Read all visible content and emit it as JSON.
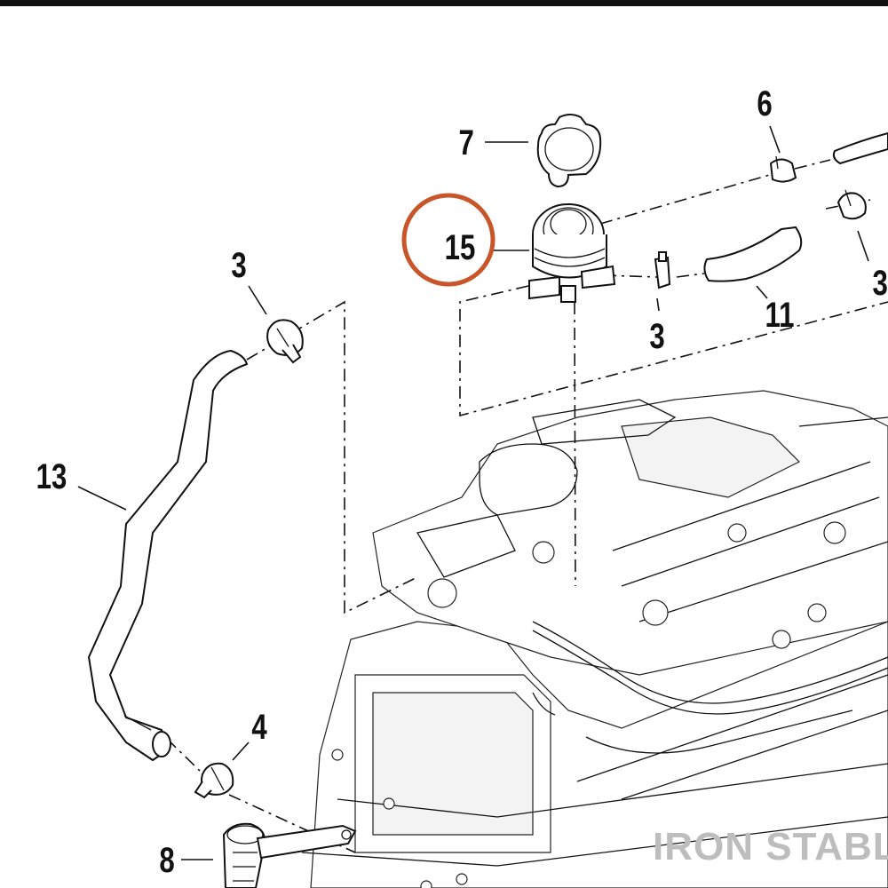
{
  "diagram": {
    "callouts": {
      "c3_left": "3",
      "c3_mid": "3",
      "c3_right": "3",
      "c4": "4",
      "c6": "6",
      "c7": "7",
      "c8": "8",
      "c11": "11",
      "c13": "13",
      "c15": "15"
    },
    "highlight_color": "#c8562a",
    "watermark": "IRON STABLE"
  }
}
